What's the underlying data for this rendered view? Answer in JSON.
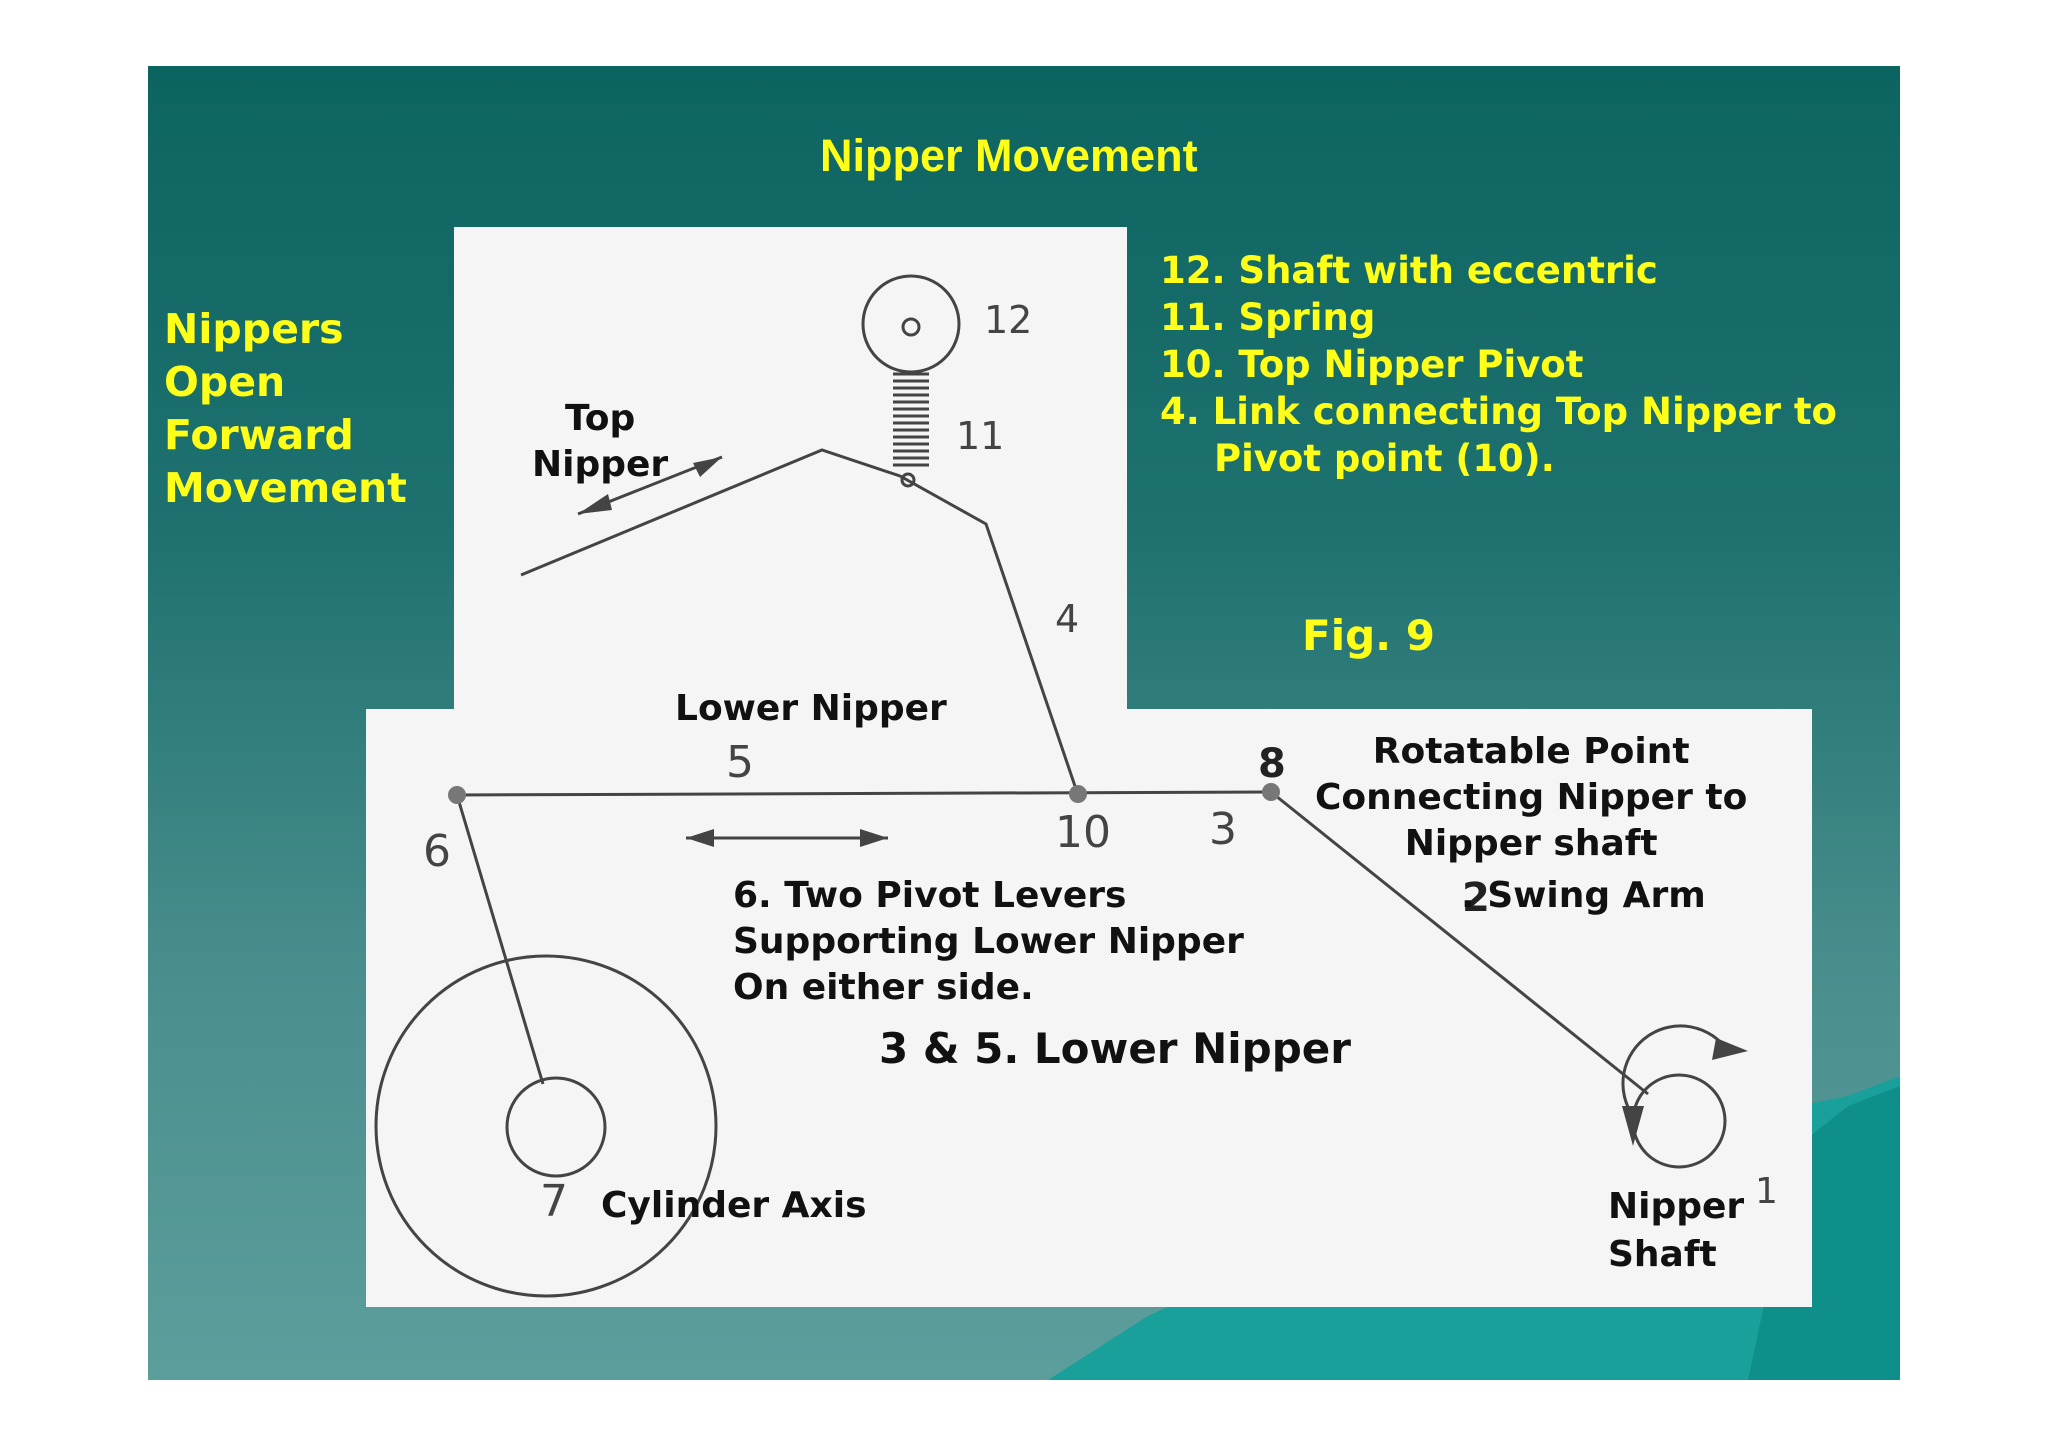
{
  "slide": {
    "title": "Nipper Movement",
    "side_lines": [
      "Nippers",
      "Open",
      "Forward",
      "Movement"
    ],
    "legend": {
      "line1": "12. Shaft with eccentric",
      "line2": "11. Spring",
      "line3": "10. Top Nipper Pivot",
      "line4": "4. Link connecting Top Nipper to",
      "line5": "Pivot point (10)."
    },
    "figure_label": "Fig. 9",
    "colors": {
      "background": "#0f6664",
      "highlight_text": "#ffff1a",
      "panel": "#f5f5f5"
    }
  },
  "labels": {
    "top_nipper": [
      "Top",
      "Nipper"
    ],
    "lower_nipper": "Lower Nipper",
    "rotatable_point": [
      "Rotatable Point",
      "Connecting Nipper to",
      "Nipper shaft"
    ],
    "swing_arm": ". Swing Arm",
    "pivot_levers": [
      "6. Two Pivot Levers",
      "Supporting Lower Nipper",
      "On either side."
    ],
    "lower_nipper_parts": "3 & 5. Lower Nipper",
    "cylinder_axis": "Cylinder Axis",
    "nipper_shaft": [
      "Nipper",
      "Shaft"
    ]
  },
  "figure_numbers": {
    "n12": "12",
    "n11": "11",
    "n4": "4",
    "n5": "5",
    "n10": "10",
    "n3": "3",
    "n6": "6",
    "n7": "7",
    "n8": "8",
    "n2": "2",
    "n1": "1"
  }
}
